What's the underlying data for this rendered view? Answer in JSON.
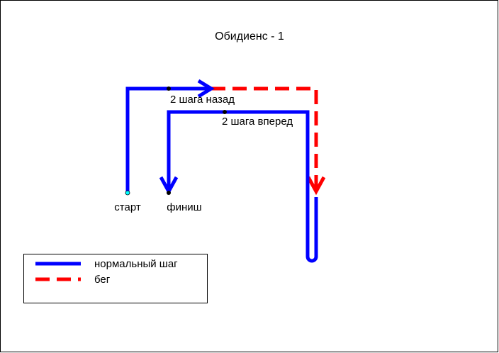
{
  "title": "Обидиенс - 1",
  "labels": {
    "start": "старт",
    "finish": "финиш",
    "steps_back": "2 шага назад",
    "steps_forward": "2 шага вперед"
  },
  "legend": {
    "items": [
      {
        "label": "нормальный шаг",
        "style": "solid",
        "color": "#0000ff"
      },
      {
        "label": "бег",
        "style": "dashed",
        "color": "#ff0000"
      }
    ]
  },
  "colors": {
    "normal_step": "#0000ff",
    "run": "#ff0000",
    "start_marker": "#00ffff",
    "point_marker": "#000000",
    "border": "#000000"
  }
}
